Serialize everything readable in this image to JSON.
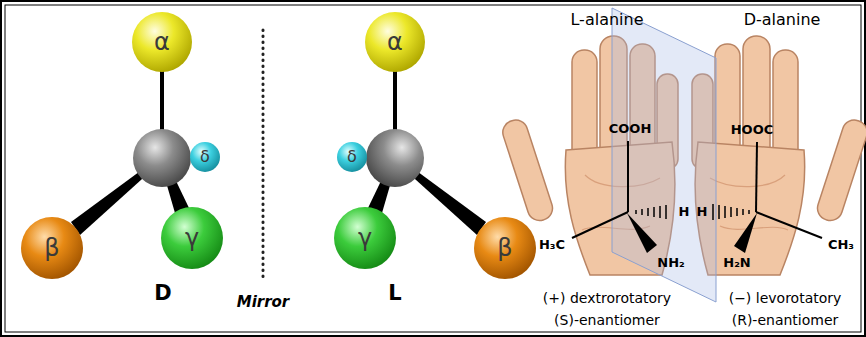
{
  "diagram": {
    "nodes": [
      {
        "text": [
          "α"
        ]
      },
      {
        "text": [
          "δ"
        ]
      },
      {
        "text": [
          "β"
        ]
      },
      {
        "text": [
          "γ"
        ]
      },
      {
        "text": [
          "α"
        ]
      },
      {
        "text": [
          "δ"
        ]
      },
      {
        "text": [
          "γ"
        ]
      },
      {
        "text": [
          "β"
        ]
      }
    ],
    "labels": [
      "D",
      "Mirror",
      "L",
      "L-alanine",
      "D-alanine",
      "COOH",
      "H",
      "H₃C",
      "NH₂",
      "HOOC",
      "H",
      "H₂N",
      "CH₃",
      "(+) dextrorotatory",
      "(S)-enantiomer",
      "(−) levorotatory",
      "(R)-enantiomer"
    ]
  }
}
